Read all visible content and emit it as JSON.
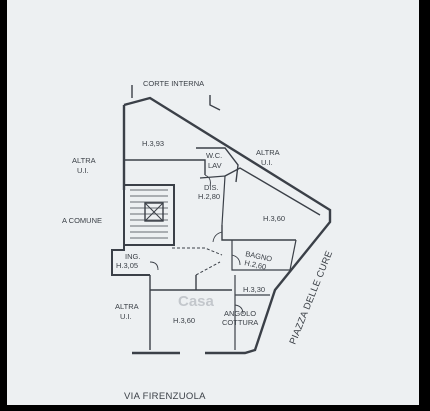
{
  "colors": {
    "border": "#000000",
    "paper": "#edf0f2",
    "wall": "#3b4048",
    "text": "#3a3f46"
  },
  "labels": {
    "corte_interna": "CORTE INTERNA",
    "h393": "H.3,93",
    "altra_ui_top_right": "ALTRA",
    "altra_ui_top_right_2": "U.I.",
    "altra_ui_left": "ALTRA",
    "altra_ui_left_2": "U.I.",
    "wc": "W.C.",
    "lav": "LAV",
    "dis": "DIS.",
    "h280": "H.2,80",
    "h360_right": "H.3,60",
    "a_comune": "A COMUNE",
    "bagno": "BAGNO",
    "h260": "H.2,60",
    "ing": "ING.",
    "h305": "H.3,05",
    "h330": "H.3,30",
    "altra_ui_bottom": "ALTRA",
    "altra_ui_bottom_2": "U.I.",
    "h360_bottom": "H.3,60",
    "angolo": "ANGOLO",
    "cottura": "COTTURA",
    "watermark": "Casa",
    "piazza": "PIAZZA DELLE CURE",
    "via": "VIA FIRENZUOLA"
  }
}
